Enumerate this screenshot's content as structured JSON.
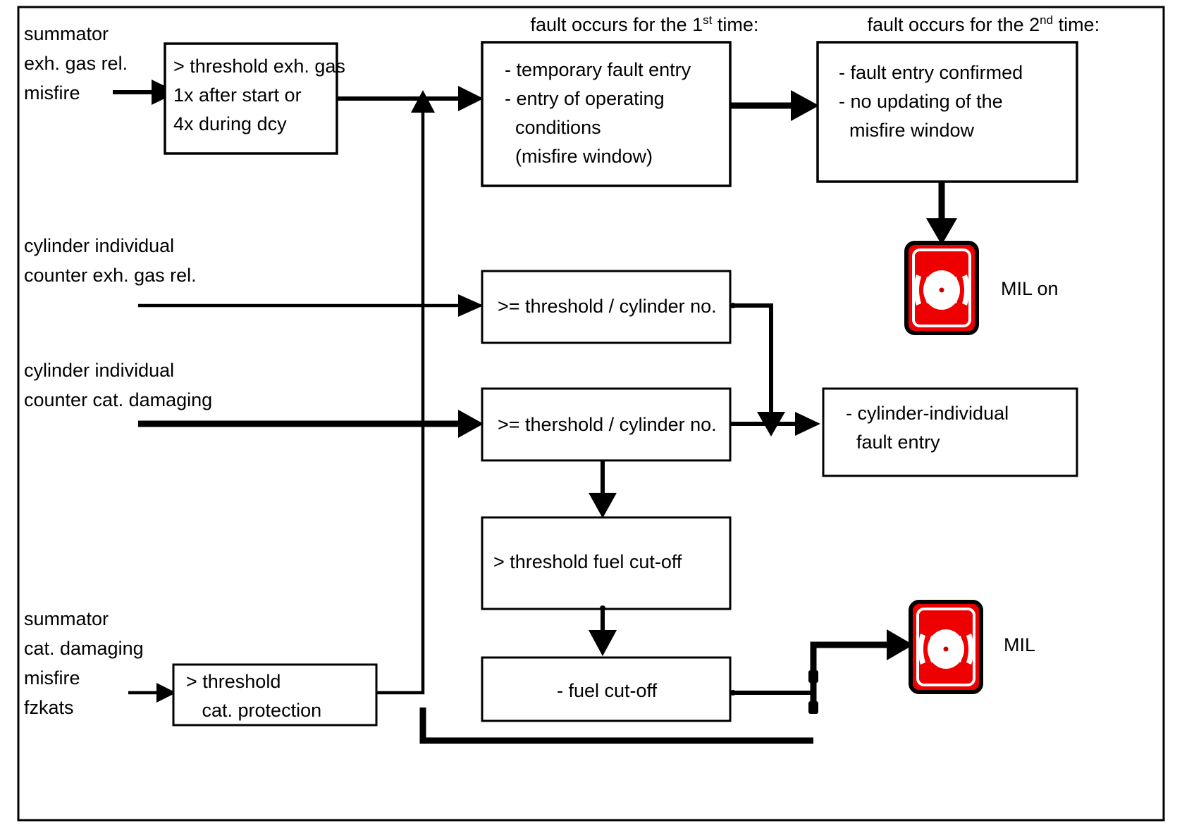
{
  "diagram": {
    "title": "Misfire fault handling / MIL activation flow",
    "colors": {
      "stroke": "#000000",
      "background": "#ffffff",
      "mil_red": "#ee0000",
      "mil_red_dark": "#cc0000",
      "mil_white": "#ffffff"
    },
    "headers": [
      {
        "id": "header-first-fault",
        "prefix": "fault occurs for the 1",
        "superscript": "st",
        "suffix": " time:"
      },
      {
        "id": "header-second-fault",
        "prefix": "fault occurs for the 2",
        "superscript": "nd",
        "suffix": " time:"
      }
    ],
    "input_labels": [
      {
        "id": "input-summator-exh-gas",
        "lines": [
          "summator",
          "exh. gas rel.",
          "misfire"
        ]
      },
      {
        "id": "input-cyl-counter-exh-gas",
        "lines": [
          "cylinder individual",
          "counter exh. gas rel."
        ]
      },
      {
        "id": "input-cyl-counter-cat-damaging",
        "lines": [
          "cylinder individual",
          "counter cat. damaging"
        ]
      },
      {
        "id": "input-summator-cat-damaging",
        "lines": [
          "summator",
          "cat. damaging",
          "misfire",
          "fzkats"
        ]
      }
    ],
    "boxes": [
      {
        "id": "box-threshold-exh-gas",
        "lines": [
          "> threshold exh. gas",
          "1x after start or",
          "4x during dcy"
        ]
      },
      {
        "id": "box-first-fault",
        "lines": [
          "- temporary fault entry",
          "- entry of operating",
          "  conditions",
          "  (misfire window)"
        ]
      },
      {
        "id": "box-second-fault",
        "lines": [
          "- fault entry confirmed",
          "- no updating of the",
          "  misfire window"
        ]
      },
      {
        "id": "box-threshold-cylinder-exh",
        "lines": [
          ">= threshold / cylinder no."
        ]
      },
      {
        "id": "box-threshold-cylinder-cat",
        "lines": [
          ">= thershold / cylinder no."
        ]
      },
      {
        "id": "box-cylinder-individual-fault-entry",
        "lines": [
          "- cylinder-individual",
          "  fault entry"
        ]
      },
      {
        "id": "box-threshold-fuel-cut-off",
        "lines": [
          "> threshold fuel cut-off"
        ]
      },
      {
        "id": "box-fuel-cut-off",
        "lines": [
          "- fuel cut-off"
        ]
      },
      {
        "id": "box-threshold-cat-protection",
        "lines": [
          "> threshold",
          "   cat. protection"
        ]
      }
    ],
    "indicators": [
      {
        "id": "mil-indicator-on",
        "icon": "mil-warning-lamp-icon",
        "label": "MIL on"
      },
      {
        "id": "mil-indicator",
        "icon": "mil-warning-lamp-icon",
        "label": "MIL"
      }
    ]
  }
}
